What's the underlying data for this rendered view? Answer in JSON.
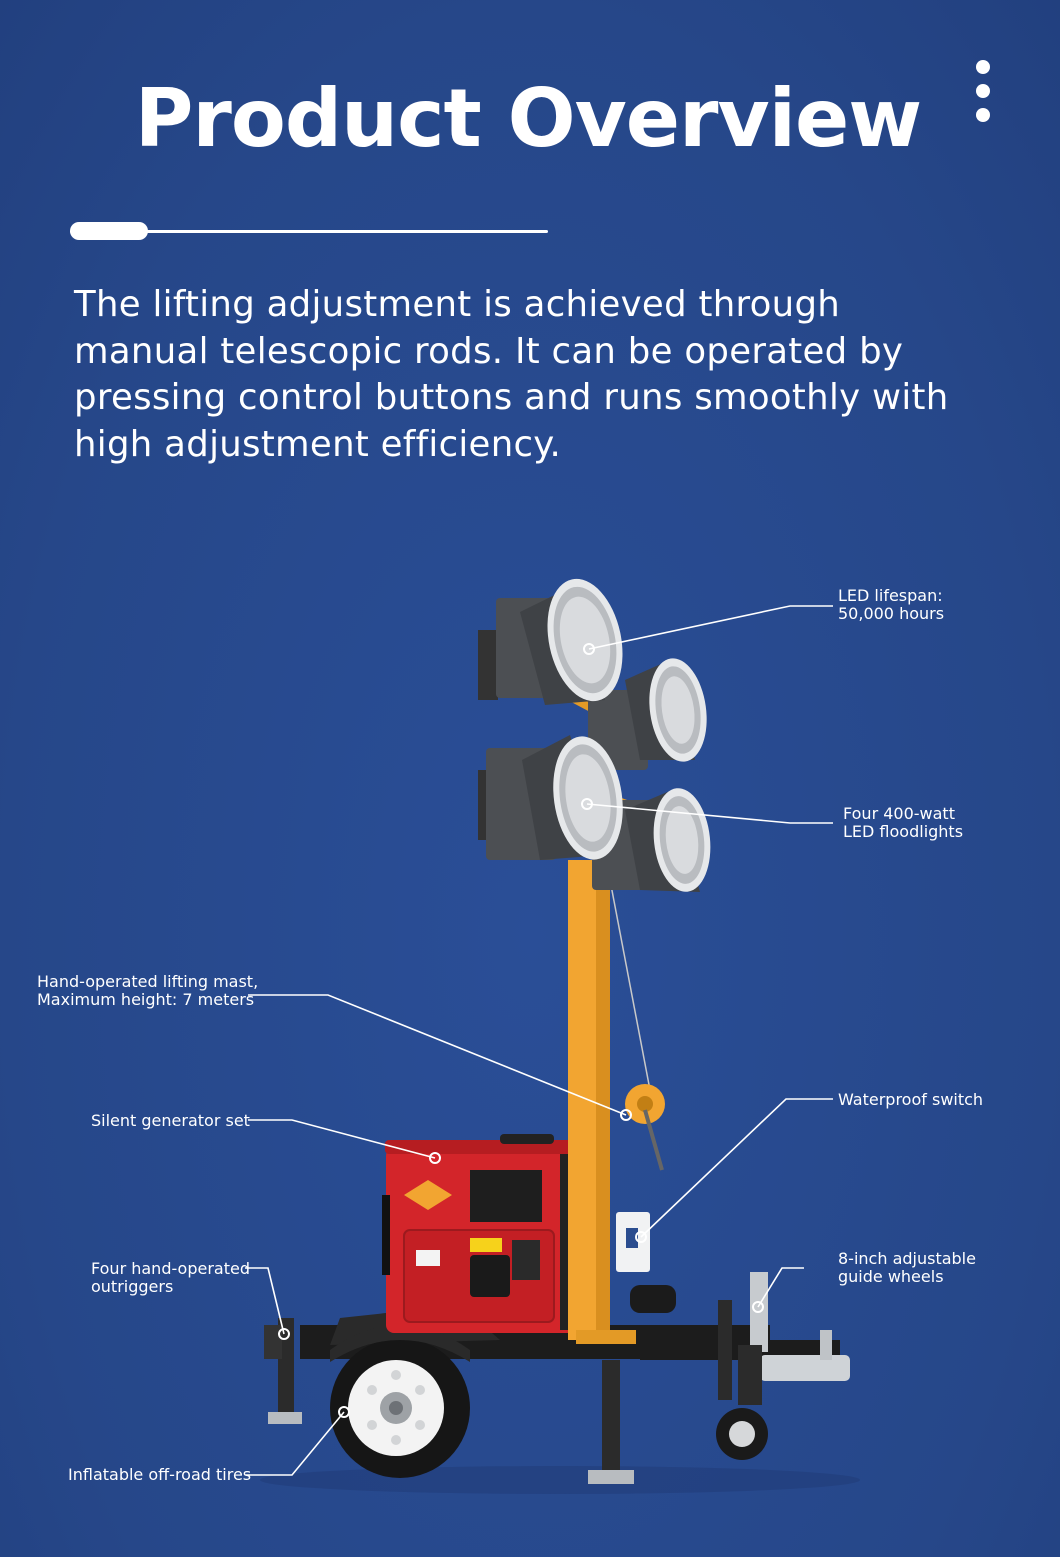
{
  "header": {
    "title": "Product Overview",
    "menu_icon": "vertical-ellipsis-icon"
  },
  "intro": {
    "text": "The lifting adjustment is achieved through manual telescopic rods. It can be operated by pressing control buttons and runs smoothly with high adjustment efficiency."
  },
  "callouts": {
    "led_lifespan": {
      "line1": "LED lifespan:",
      "line2": "50,000 hours"
    },
    "floodlights": {
      "line1": "Four 400-watt",
      "line2": "LED floodlights"
    },
    "mast": {
      "line1": "Hand-operated lifting mast,",
      "line2": "Maximum height: 7 meters"
    },
    "waterproof_switch": {
      "line1": "Waterproof switch"
    },
    "generator": {
      "line1": "Silent generator set"
    },
    "guide_wheels": {
      "line1": "8-inch adjustable",
      "line2": "guide wheels"
    },
    "outriggers": {
      "line1": "Four hand-operated",
      "line2": "outriggers"
    },
    "tires": {
      "line1": "Inflatable off-road tires"
    }
  },
  "colors": {
    "background": "#27498f",
    "mast": "#f2a531",
    "generator": "#d3252a",
    "lamp_housing": "#4c4f53",
    "text": "#ffffff"
  }
}
